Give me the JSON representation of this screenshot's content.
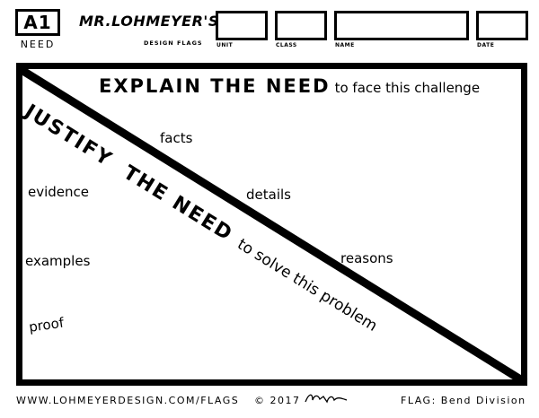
{
  "header": {
    "code": "A1",
    "code_label": "NEED",
    "brand": "MR.LOHMEYER'S",
    "brand_sub": "DESIGN FLAGS",
    "fields": [
      {
        "label": "UNIT"
      },
      {
        "label": "CLASS"
      },
      {
        "label": "NAME"
      },
      {
        "label": "DATE"
      }
    ]
  },
  "upper": {
    "explain_bold": "EXPLAIN THE NEED",
    "explain_rest": "to face this challenge",
    "words": [
      "facts",
      "details",
      "reasons"
    ]
  },
  "lower": {
    "justify_bold_1": "JUSTIFY",
    "justify_bold_2": "THE NEED",
    "justify_rest": "to solve this problem",
    "words": [
      "evidence",
      "examples",
      "proof"
    ]
  },
  "footer": {
    "website": "WWW.LOHMEYERDESIGN.COM/FLAGS",
    "copyright": "© 2017",
    "flag": "FLAG: Bend Division"
  }
}
